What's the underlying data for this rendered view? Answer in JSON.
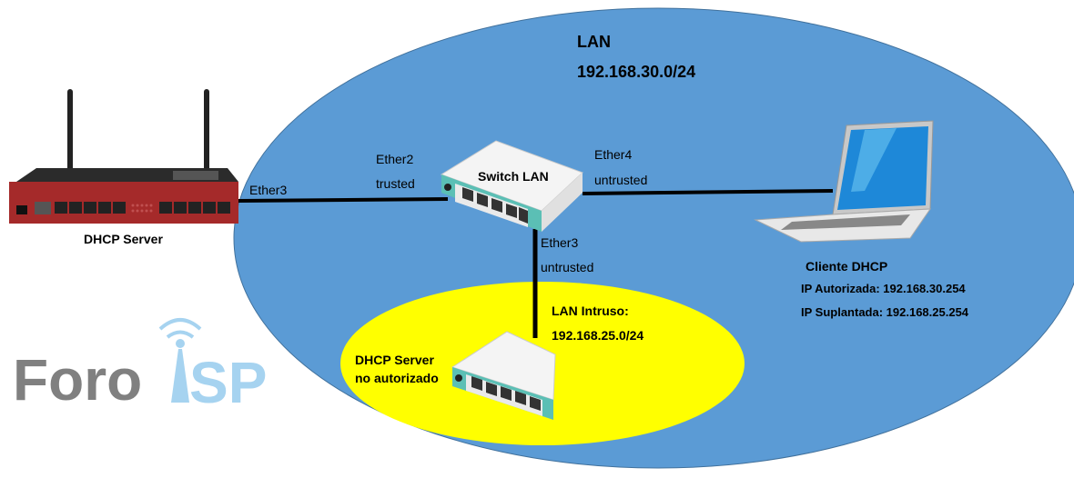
{
  "lan": {
    "name": "LAN",
    "subnet": "192.168.30.0/24",
    "fill": "#5b9bd5"
  },
  "intruder_lan": {
    "name": "LAN Intruso:",
    "subnet": "192.168.25.0/24",
    "fill": "#ffff00"
  },
  "router": {
    "label": "DHCP Server",
    "port_label": "Ether3"
  },
  "switch": {
    "label": "Switch LAN",
    "ports": {
      "left": {
        "name": "Ether2",
        "status": "trusted"
      },
      "right": {
        "name": "Ether4",
        "status": "untrusted"
      },
      "down": {
        "name": "Ether3",
        "status": "untrusted"
      }
    }
  },
  "rogue_server": {
    "label_line1": "DHCP Server",
    "label_line2": "no autorizado"
  },
  "client": {
    "label": "Cliente DHCP",
    "ip_authorized": "IP Autorizada: 192.168.30.254",
    "ip_spoofed": "IP Suplantada: 192.168.25.254"
  },
  "logo": {
    "part1": "Foro",
    "part2": "SP",
    "color1": "#808080",
    "color2": "#a6d3f0"
  }
}
